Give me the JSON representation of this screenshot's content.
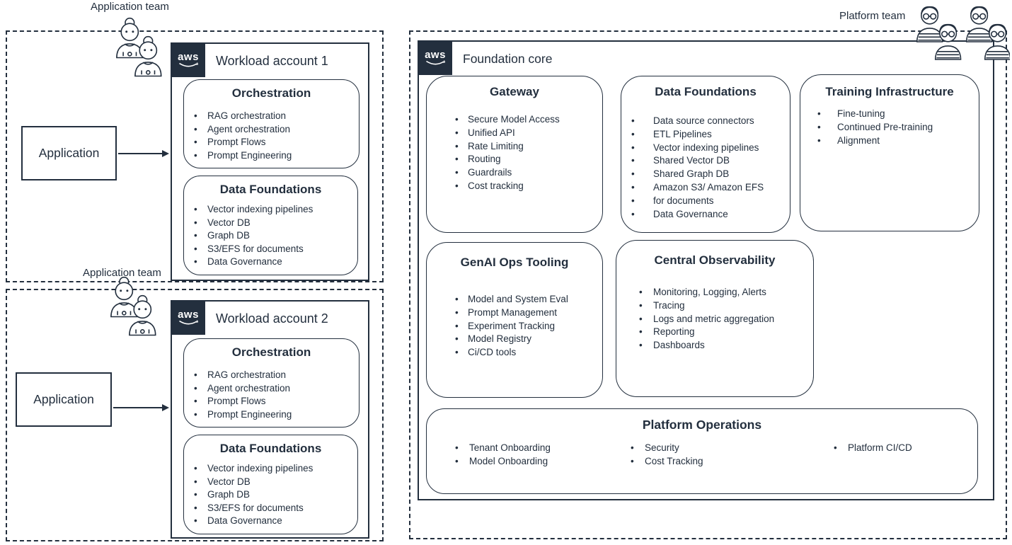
{
  "labels": {
    "application_team_1": "Application team",
    "application_team_2": "Application team",
    "platform_team": "Platform team",
    "aws": "aws"
  },
  "workload1": {
    "title": "Workload account 1",
    "application": "Application",
    "orchestration": {
      "title": "Orchestration",
      "items": [
        "RAG orchestration",
        "Agent orchestration",
        "Prompt Flows",
        "Prompt Engineering"
      ]
    },
    "data_foundations": {
      "title": "Data Foundations",
      "items": [
        "Vector indexing pipelines",
        "Vector DB",
        "Graph DB",
        "S3/EFS for documents",
        "Data Governance"
      ]
    }
  },
  "workload2": {
    "title": "Workload account 2",
    "application": "Application",
    "orchestration": {
      "title": "Orchestration",
      "items": [
        "RAG orchestration",
        "Agent orchestration",
        "Prompt Flows",
        "Prompt Engineering"
      ]
    },
    "data_foundations": {
      "title": "Data Foundations",
      "items": [
        "Vector indexing pipelines",
        "Vector DB",
        "Graph DB",
        "S3/EFS for documents",
        "Data Governance"
      ]
    }
  },
  "foundation": {
    "title": "Foundation core",
    "gateway": {
      "title": "Gateway",
      "items": [
        "Secure Model Access",
        "Unified API",
        "Rate Limiting",
        "Routing",
        "Guardrails",
        "Cost tracking"
      ]
    },
    "data_foundations": {
      "title": "Data Foundations",
      "items": [
        "Data source connectors",
        "ETL Pipelines",
        "Vector indexing pipelines",
        "Shared Vector DB",
        "Shared Graph DB",
        "Amazon S3/ Amazon EFS",
        "for documents",
        "Data Governance"
      ]
    },
    "training_infrastructure": {
      "title": "Training Infrastructure",
      "items": [
        "Fine-tuning",
        "Continued Pre-training",
        "Alignment"
      ]
    },
    "genai_ops_tooling": {
      "title": "GenAI Ops Tooling",
      "items": [
        "Model and System Eval",
        "Prompt Management",
        "Experiment Tracking",
        "Model Registry",
        "Ci/CD tools"
      ]
    },
    "central_observability": {
      "title": "Central Observability",
      "items": [
        "Monitoring, Logging, Alerts",
        "Tracing",
        "Logs and metric aggregation",
        "Reporting",
        "Dashboards"
      ]
    },
    "platform_operations": {
      "title": "Platform Operations",
      "columns": [
        [
          "Tenant Onboarding",
          "Model Onboarding"
        ],
        [
          "Security",
          "Cost Tracking"
        ],
        [
          "Platform CI/CD"
        ]
      ]
    }
  },
  "colors": {
    "ink": "#232f3e",
    "background": "#ffffff"
  }
}
